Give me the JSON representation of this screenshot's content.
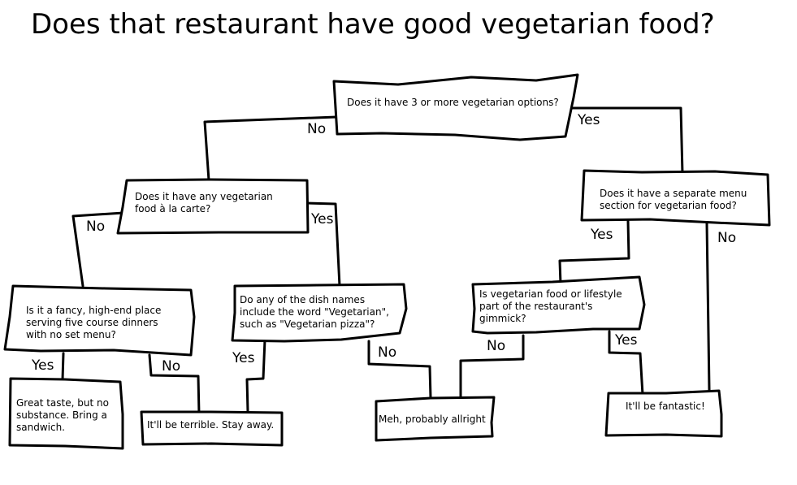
{
  "title": "Does that restaurant have good vegetarian food?",
  "nodes": {
    "q1": [
      "Does it have 3 or more vegetarian options?"
    ],
    "q2": [
      "Does it have any vegetarian",
      "food à la carte?"
    ],
    "q3": [
      "Does it have a separate menu",
      "section for vegetarian food?"
    ],
    "q4": [
      "Is it a fancy, high-end place",
      "serving five course dinners",
      "with no set menu?"
    ],
    "q5": [
      "Do any of the dish names",
      "include the word \"Vegetarian\",",
      "such as \"Vegetarian pizza\"?"
    ],
    "q6": [
      "Is vegetarian food or lifestyle",
      "part of the restaurant's",
      "gimmick?"
    ],
    "r1": [
      "Great taste, but no",
      "substance. Bring a",
      "sandwich."
    ],
    "r2": [
      "It'll be terrible. Stay away."
    ],
    "r3": [
      "Meh, probably allright"
    ],
    "r4": [
      "It'll be fantastic!"
    ]
  },
  "edges": {
    "q1_no": "No",
    "q1_yes": "Yes",
    "q2_no": "No",
    "q2_yes": "Yes",
    "q3_yes": "Yes",
    "q3_no": "No",
    "q4_yes": "Yes",
    "q4_no": "No",
    "q5_yes": "Yes",
    "q5_no": "No",
    "q6_no": "No",
    "q6_yes": "Yes"
  }
}
